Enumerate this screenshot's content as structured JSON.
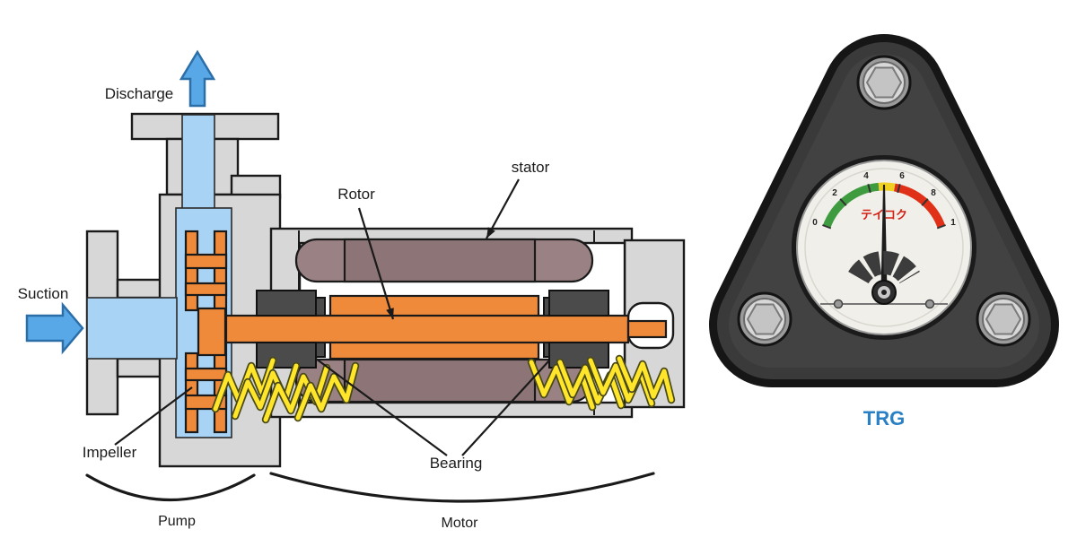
{
  "page": {
    "background": "#ffffff"
  },
  "diagram": {
    "labels": {
      "discharge": "Discharge",
      "suction": "Suction",
      "rotor": "Rotor",
      "stator": "stator",
      "impeller": "Impeller",
      "bearing": "Bearing",
      "pump": "Pump",
      "motor": "Motor"
    },
    "colors": {
      "fluid": "#a9d3f5",
      "flow_arrow": "#58a8e8",
      "casing": "#d7d7d7",
      "rotor_shaft": "#ef8a3a",
      "stator": "#9a8284",
      "bearing": "#4b4b4b",
      "spark": "#ffe62b",
      "outline": "#1a1a1a"
    }
  },
  "gauge": {
    "label": "TRG",
    "label_color": "#2980c4",
    "brand": "テイコク",
    "brand_color": "#d42015",
    "ticks": [
      "0",
      "2",
      "4",
      "6",
      "8",
      "1"
    ],
    "zone_colors": {
      "normal": "#3f9b3f",
      "caution": "#f0d020",
      "alarm": "#e03018"
    }
  }
}
